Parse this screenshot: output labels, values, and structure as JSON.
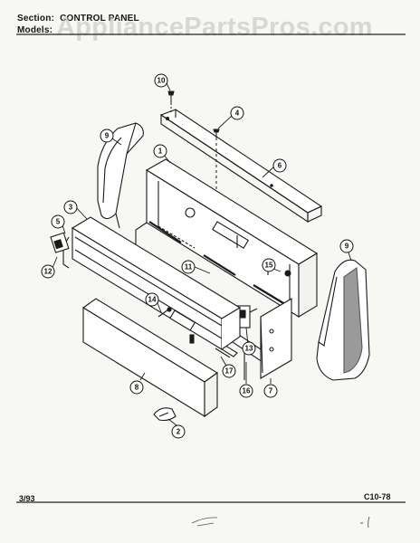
{
  "header": {
    "section_label": "Section:",
    "section_value": "CONTROL PANEL",
    "models_label": "Models:"
  },
  "watermark": "AppliancePartsPros.com",
  "footer": {
    "date": "3/93",
    "page_code": "C10-78"
  },
  "callouts": {
    "c1": "1",
    "c2": "2",
    "c3": "3",
    "c4": "4",
    "c5": "5",
    "c6": "6",
    "c7": "7",
    "c8": "8",
    "c9a": "9",
    "c9b": "9",
    "c10": "10",
    "c11": "11",
    "c12": "12",
    "c13": "13",
    "c14": "14",
    "c15": "15",
    "c16": "16",
    "c17": "17"
  },
  "colors": {
    "ink": "#151515",
    "paper": "#f7f7f3"
  }
}
